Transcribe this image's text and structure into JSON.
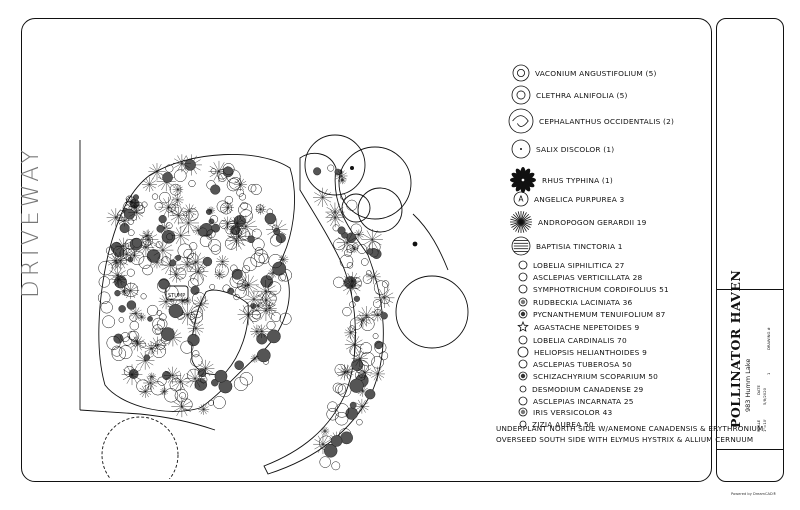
{
  "plan": {
    "driveway_label": "DRIVEWAY",
    "stump_label": "STUMP"
  },
  "legend": [
    {
      "label": "VACONIUM ANGUSTIFOLIUM (5)",
      "icon": "shrub-star-icon"
    },
    {
      "label": "CLETHRA ALNIFOLIA (5)",
      "icon": "shrub-hex-icon"
    },
    {
      "label": "CEPHALANTHUS OCCIDENTALIS (2)",
      "icon": "shrub-spiral-icon"
    },
    {
      "label": "SALIX DISCOLOR (1)",
      "icon": "shrub-dot-circle-icon"
    },
    {
      "label": "RHUS TYPHINA (1)",
      "icon": "sumac-flower-icon"
    },
    {
      "label": "ANGELICA PURPUREA 3",
      "icon": "letter-a-circle-icon"
    },
    {
      "label": "ANDROPOGON GERARDII 19",
      "icon": "grass-burst-icon"
    },
    {
      "label": "BAPTISIA TINCTORIA 1",
      "icon": "lined-circle-icon"
    },
    {
      "label": "LOBELIA SIPHILITICA 27",
      "icon": "small-circle-icon"
    },
    {
      "label": "ASCLEPIAS VERTICILLATA 28",
      "icon": "small-circle-icon"
    },
    {
      "label": "SYMPHOTRICHUM CORDIFOLIUS 51",
      "icon": "small-circle-icon"
    },
    {
      "label": "RUDBECKIA LACINIATA 36",
      "icon": "textured-circle-icon"
    },
    {
      "label": "PYCNANTHEMUM TENUIFOLIUM 87",
      "icon": "dark-textured-circle-icon"
    },
    {
      "label": "AGASTACHE NEPETOIDES 9",
      "icon": "star-icon"
    },
    {
      "label": "LOBELIA CARDINALIS 70",
      "icon": "small-circle-icon"
    },
    {
      "label": "HELIOPSIS HELIANTHOIDES 9",
      "icon": "small-circle-icon"
    },
    {
      "label": "ASCLEPIAS TUBEROSA 50",
      "icon": "small-circle-icon"
    },
    {
      "label": "SCHIZACHYRIUM SCOPARIUM 50",
      "icon": "dark-textured-circle-icon"
    },
    {
      "label": "DESMODIUM CANADENSE 29",
      "icon": "tiny-circle-icon"
    },
    {
      "label": "ASCLEPIAS INCARNATA 25",
      "icon": "small-circle-icon"
    },
    {
      "label": "IRIS VERSICOLOR 43",
      "icon": "textured-circle-icon"
    },
    {
      "label": "ZIZIA AUREA 50",
      "icon": "tiny-circle-icon"
    }
  ],
  "notes": {
    "line1": "UNDERPLANT NORTH SIDE W/ANEMONE CANADENSIS & ERYTHRONIUM",
    "line2": "OVERSEED SOUTH SIDE WITH ELYMUS HYSTRIX & ALLIUM CERNUUM"
  },
  "title_block": {
    "title": "POLLINATOR HAVEN",
    "address": "983 Humm Lake",
    "scale_label": "SCALE",
    "scale_value": "1\"=10'",
    "date_label": "DATE",
    "date_value": "5/8/2020",
    "drawing_label": "DRAWING #",
    "drawing_value": "1",
    "credit": "Powered by DreamCAD®"
  },
  "colors": {
    "ink": "#111111",
    "driveway_text": "#777777"
  }
}
